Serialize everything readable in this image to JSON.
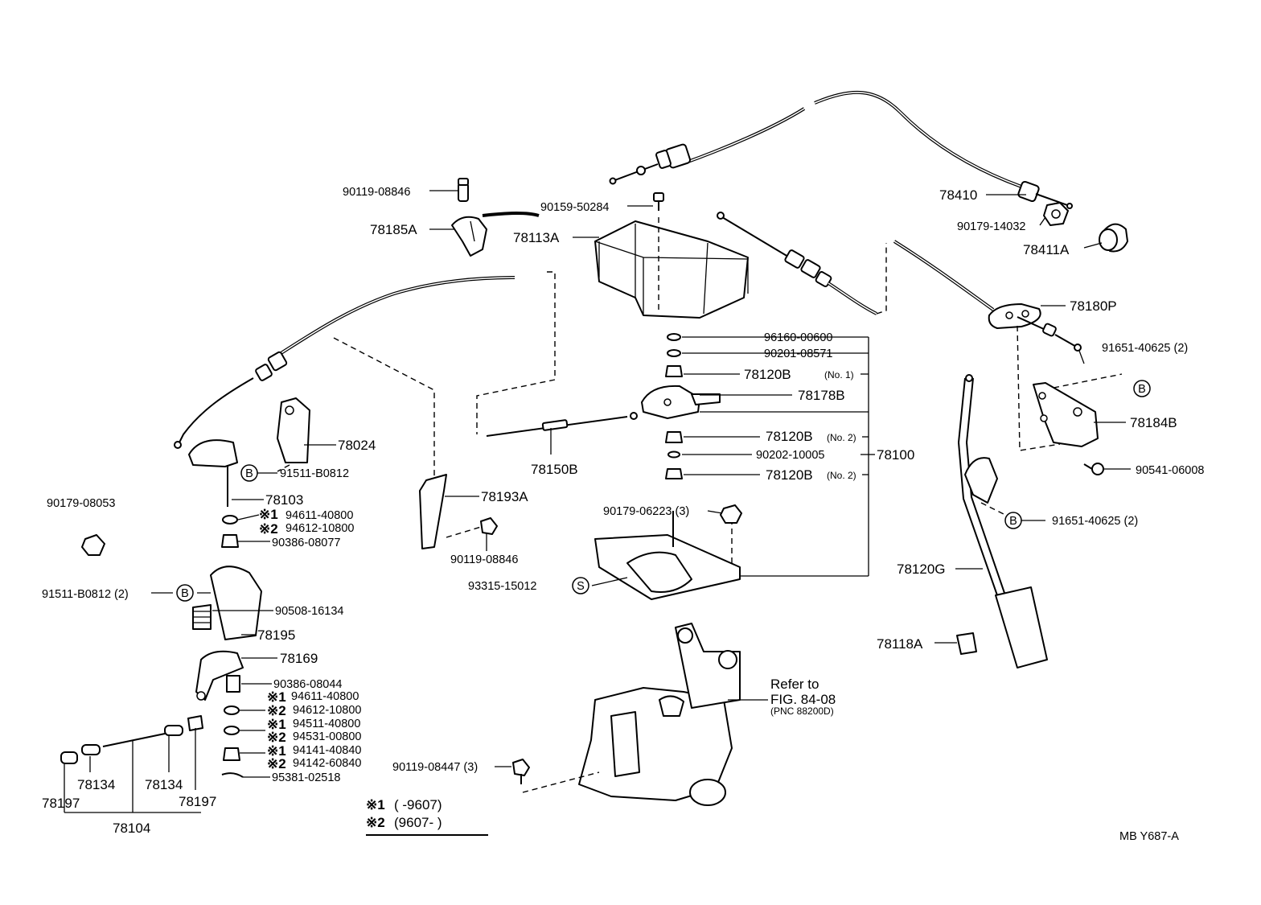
{
  "diagram_code": "MB  Y687-A",
  "labels": {
    "l_78410": "78410",
    "l_90179_14032": "90179-14032",
    "l_78411A": "78411A",
    "l_78180P": "78180P",
    "l_91651_40625_top": "91651-40625 (2)",
    "l_78184B": "78184B",
    "l_90541_06008": "90541-06008",
    "l_91651_40625_mid": "91651-40625 (2)",
    "l_78120G": "78120G",
    "l_78118A": "78118A",
    "l_90119_08846_top": "90119-08846",
    "l_78185A": "78185A",
    "l_90159_50284": "90159-50284",
    "l_78113A": "78113A",
    "l_96160_00600": "96160-00600",
    "l_90201_08571": "90201-08571",
    "l_78120B_1": "78120B",
    "l_78120B_1_note": "(No. 1)",
    "l_78178B": "78178B",
    "l_78120B_2a": "78120B",
    "l_78120B_2a_note": "(No. 2)",
    "l_90202_10005": "90202-10005",
    "l_78120B_2b": "78120B",
    "l_78120B_2b_note": "(No. 2)",
    "l_78100": "78100",
    "l_90179_06223": "90179-06223 (3)",
    "l_93315_15012": "93315-15012",
    "l_78150B": "78150B",
    "l_78193A": "78193A",
    "l_90119_08846_mid": "90119-08846",
    "l_78024": "78024",
    "l_91511_B0812": "91511-B0812",
    "l_78103": "78103",
    "l_94611_40800_a": "94611-40800",
    "l_94612_10800_a": "94612-10800",
    "l_90386_08077": "90386-08077",
    "l_90179_08053": "90179-08053",
    "l_91511_B0812_2": "91511-B0812 (2)",
    "l_90508_16134": "90508-16134",
    "l_78195": "78195",
    "l_78169": "78169",
    "l_90386_08044": "90386-08044",
    "l_94611_40800_b": "94611-40800",
    "l_94612_10800_b": "94612-10800",
    "l_94511_40800": "94511-40800",
    "l_94531_00800": "94531-00800",
    "l_94141_40840": "94141-40840",
    "l_94142_60840": "94142-60840",
    "l_95381_02518": "95381-02518",
    "l_78134_a": "78134",
    "l_78134_b": "78134",
    "l_78197_a": "78197",
    "l_78197_b": "78197",
    "l_78104": "78104",
    "l_90119_08447": "90119-08447 (3)",
    "refer_line1": "Refer  to",
    "refer_line2": "FIG. 84-08",
    "refer_line3": "(PNC  88200D)"
  },
  "markers": {
    "mark1": "※1",
    "mark2": "※2",
    "circle_B": "B",
    "circle_S": "S"
  },
  "legend": {
    "row1_mark": "※1",
    "row1_text": "(          -9607)",
    "row2_mark": "※2",
    "row2_text": "(9607-          )"
  }
}
